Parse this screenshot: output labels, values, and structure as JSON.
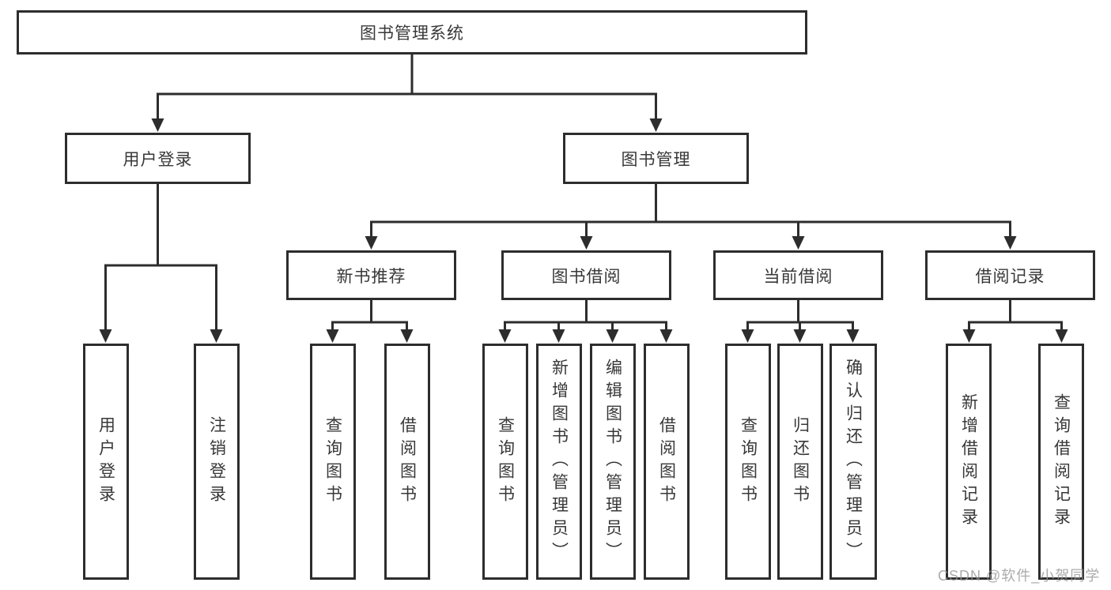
{
  "colors": {
    "line": "#2d2d2d",
    "box_border": "#2d2d2d",
    "text": "#383838",
    "watermark": "#969696",
    "background": "#ffffff"
  },
  "watermark": {
    "text": "CSDN @软件_小贺同学"
  },
  "tree": {
    "root": {
      "label": "图书管理系统"
    },
    "branches": [
      {
        "label": "用户登录",
        "children": [
          "用户登录",
          "注销登录"
        ]
      },
      {
        "label": "图书管理",
        "sections": [
          {
            "label": "新书推荐",
            "children": [
              "查询图书",
              "借阅图书"
            ]
          },
          {
            "label": "图书借阅",
            "children": [
              "查询图书",
              "新增图书（管理员）",
              "编辑图书（管理员）",
              "借阅图书"
            ]
          },
          {
            "label": "当前借阅",
            "children": [
              "查询图书",
              "归还图书",
              "确认归还（管理员）"
            ]
          },
          {
            "label": "借阅记录",
            "children": [
              "新增借阅记录",
              "查询借阅记录"
            ]
          }
        ]
      }
    ]
  }
}
